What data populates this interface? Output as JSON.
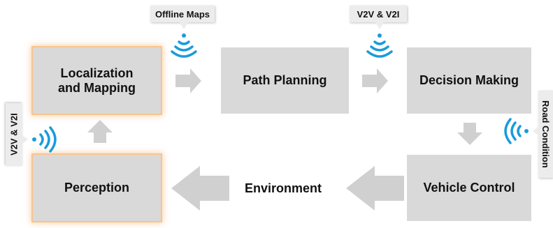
{
  "nodes": {
    "localization": "Localization\nand Mapping",
    "path_planning": "Path Planning",
    "decision_making": "Decision Making",
    "perception": "Perception",
    "environment": "Environment",
    "vehicle_control": "Vehicle Control"
  },
  "tags": {
    "offline_maps": "Offline Maps",
    "v2v_top": "V2V & V2I",
    "v2v_left": "V2V & V2I",
    "road_condition": "Road Condition"
  },
  "colors": {
    "box_fill": "#d9d9d9",
    "glow": "#f6c58f",
    "arrow": "#d0d0d0",
    "signal": "#1a9bdc",
    "tag_fill": "#ececec"
  },
  "icons": [
    "wifi-signal-icon",
    "arrow-right-icon",
    "arrow-left-icon",
    "arrow-up-icon",
    "arrow-down-icon"
  ]
}
